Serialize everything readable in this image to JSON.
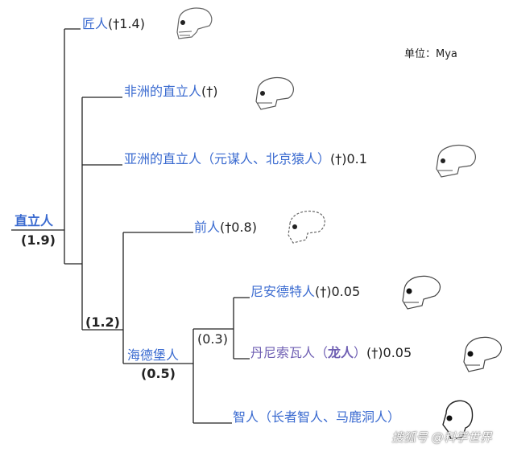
{
  "unit_label": "单位：Mya",
  "root": {
    "name": "直立人",
    "age": "(1.9)"
  },
  "internal_nodes": {
    "n12": "(1.2)",
    "heidelberg": {
      "name": "海德堡人",
      "age": "(0.5)"
    },
    "n03": "(0.3)"
  },
  "leaves": [
    {
      "name": "匠人",
      "suffix": "(†1.4)"
    },
    {
      "name": "非洲的直立人",
      "suffix": "(†)"
    },
    {
      "name": "亚洲的直立人（元谋人、北京猿人）",
      "suffix": "(†)0.1"
    },
    {
      "name": "前人",
      "suffix": "(†0.8)"
    },
    {
      "name": "尼安德特人",
      "suffix": "(†)0.05"
    },
    {
      "name": "丹尼索瓦人（",
      "name_bold": "龙人",
      "name_end": "）",
      "suffix": "(†)0.05"
    },
    {
      "name": "智人（长者智人、马鹿洞人）",
      "suffix": ""
    }
  ],
  "watermark": "搜狐号 @科学世界"
}
